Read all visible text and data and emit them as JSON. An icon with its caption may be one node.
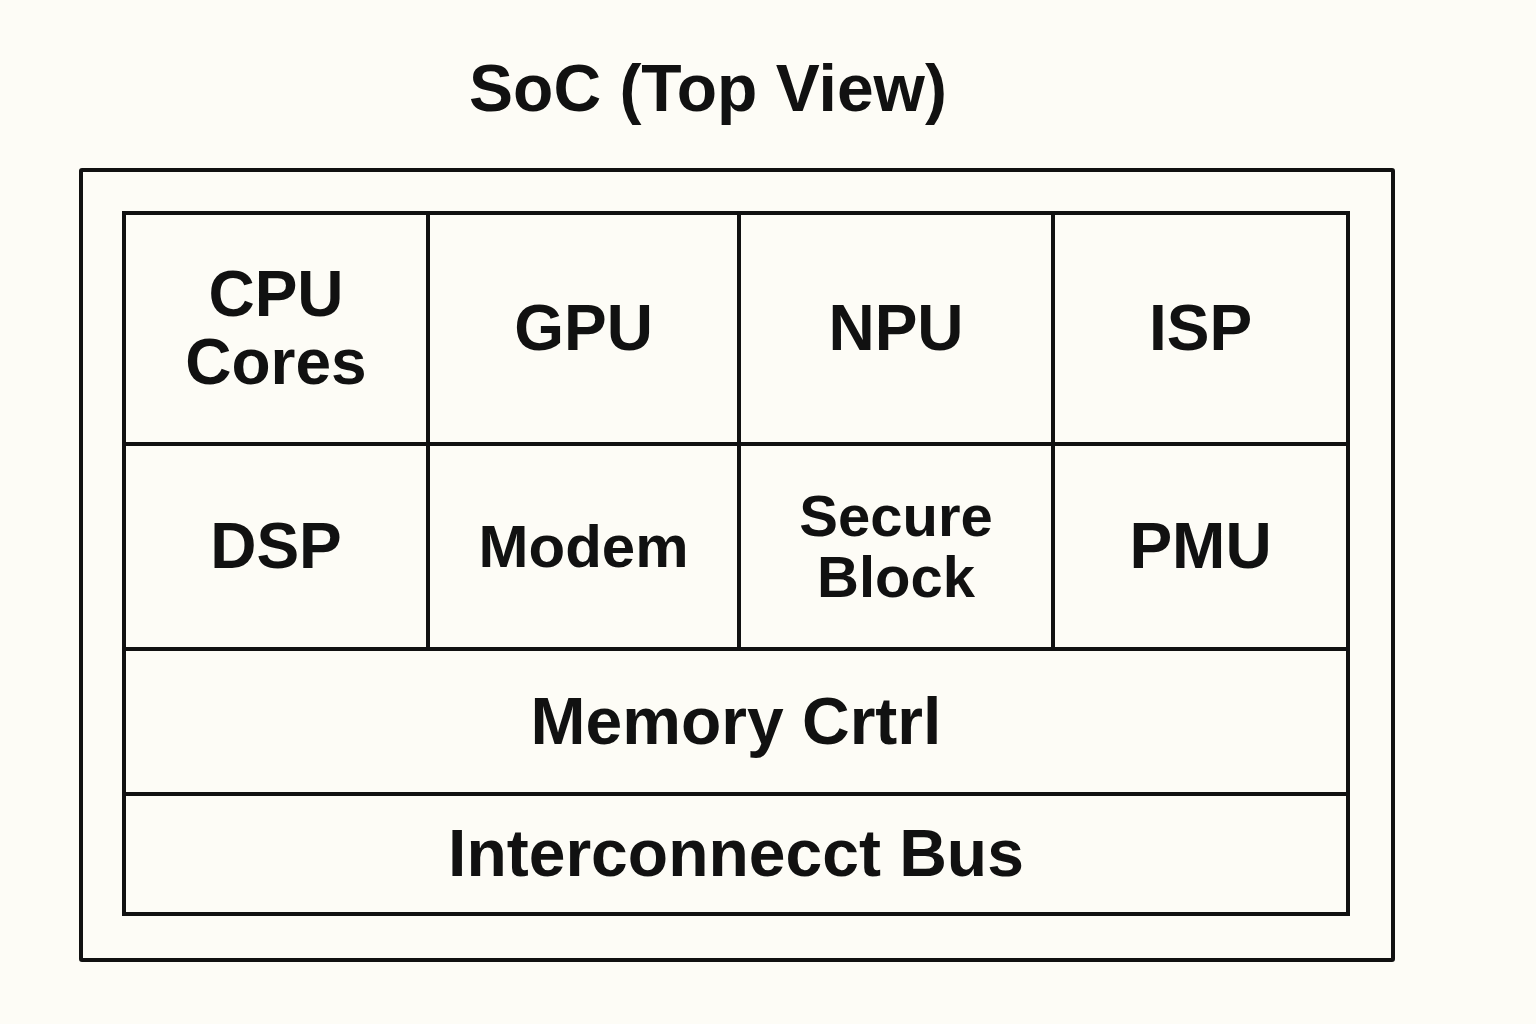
{
  "diagram": {
    "nodes": [
      {
        "text": [
          "SoC (Top View)"
        ]
      },
      {
        "text": [
          "CPU Cores"
        ],
        "in": 0
      },
      {
        "text": [
          "GPU"
        ],
        "in": 0
      },
      {
        "text": [
          "NPU"
        ],
        "in": 0
      },
      {
        "text": [
          "ISP"
        ],
        "in": 0
      },
      {
        "text": [
          "DSP"
        ],
        "in": 0
      },
      {
        "text": [
          "Modem"
        ],
        "in": 0
      },
      {
        "text": [
          "Secure Block"
        ],
        "in": 0
      },
      {
        "text": [
          "PMU"
        ],
        "in": 0
      },
      {
        "text": [
          "Memory Crtrl"
        ],
        "in": 0
      },
      {
        "text": [
          "Interconnecct Bus"
        ],
        "in": 0
      }
    ]
  }
}
